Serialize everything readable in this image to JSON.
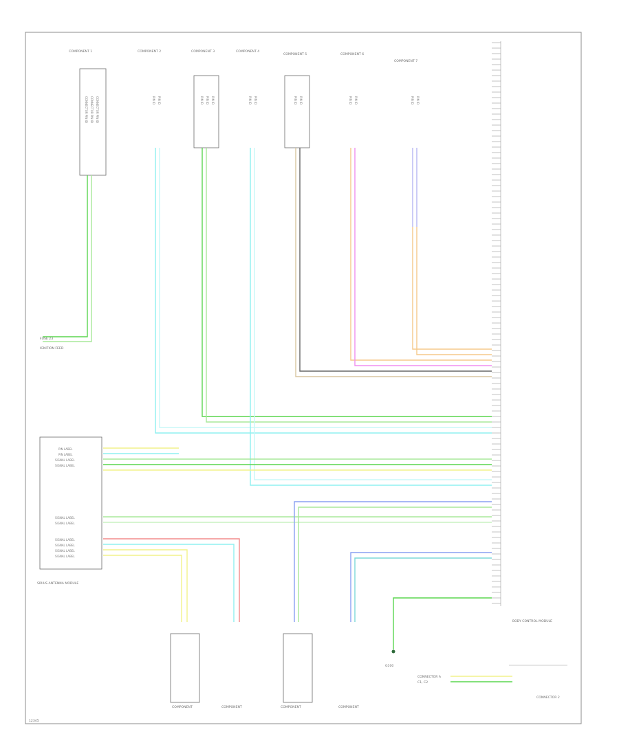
{
  "diagram": {
    "footer_id": "12345",
    "module_right_label": "BODY CONTROL MODULE",
    "module_left_label": "SIRIUS ANTENNA MODULE",
    "connector_bottom_right_label": "CONNECTOR 2",
    "ground_label": "G100",
    "power_top_left": [
      "FUSE 23",
      "IGNITION FEED"
    ],
    "connector_right_bottom": [
      "CONNECTOR A",
      "C1, C2"
    ]
  },
  "colors": {
    "green": "#5ad64f",
    "light_green": "#a8e89a",
    "cyan": "#8ff0f0",
    "tan": "#d9c6a0",
    "orange": "#f6c98a",
    "pink": "#f08ef0",
    "lavender": "#b6b6f2",
    "dark_gray": "#666666",
    "yellow": "#f2f28a",
    "red": "#f28a8a",
    "blue": "#8aa0f2",
    "teal": "#7cd8d8"
  }
}
